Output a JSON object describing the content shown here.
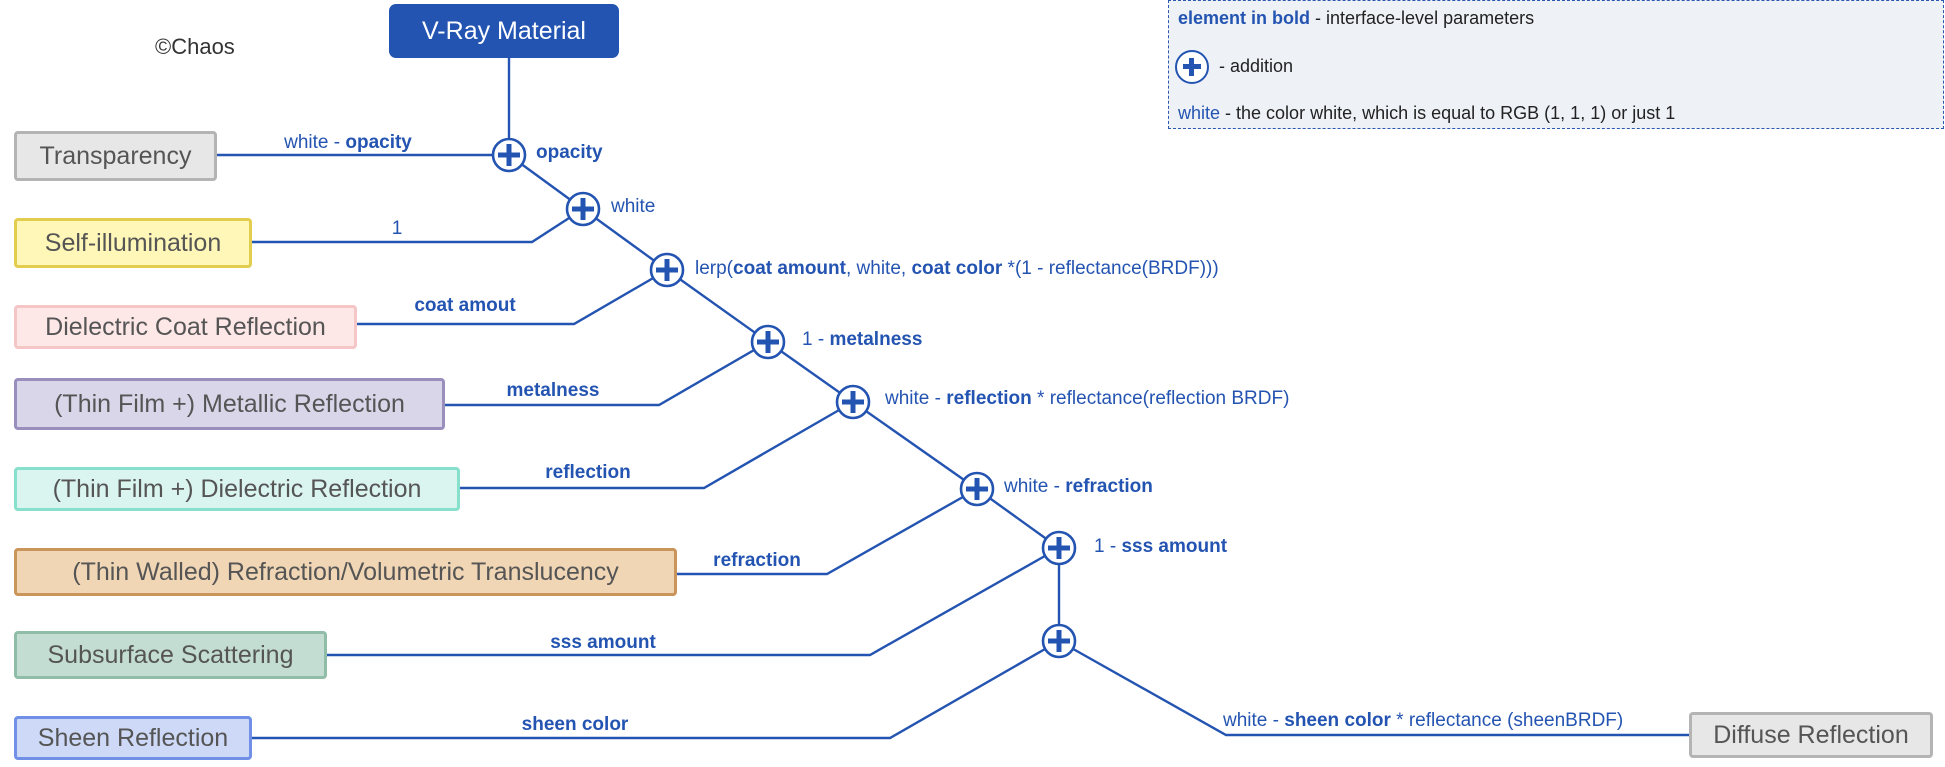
{
  "title": "V-Ray Material",
  "copyright": "©Chaos",
  "legend": {
    "bold_term": "element in bold",
    "bold_desc": " - interface-level parameters",
    "addition_desc": "- addition",
    "white_term": "white",
    "white_desc": " - the color white, which is equal to RGB (1, 1, 1) or just 1"
  },
  "colors": {
    "line": "#2454b1",
    "title_bg": "#2454b1"
  },
  "layers": [
    {
      "id": "transparency",
      "label": "Transparency",
      "bg": "#e7e7e7",
      "border": "#b4b4b4"
    },
    {
      "id": "self-illumination",
      "label": "Self-illumination",
      "bg": "#fff7b8",
      "border": "#e2cd4e"
    },
    {
      "id": "dielectric-coat",
      "label": "Dielectric Coat Reflection",
      "bg": "#fde7e7",
      "border": "#f4c6c6"
    },
    {
      "id": "metallic",
      "label": "(Thin Film +) Metallic Reflection",
      "bg": "#d9d6e9",
      "border": "#9a8ebd"
    },
    {
      "id": "dielectric",
      "label": "(Thin Film +) Dielectric Reflection",
      "bg": "#daf4f0",
      "border": "#86e0cc"
    },
    {
      "id": "refraction",
      "label": "(Thin Walled) Refraction/Volumetric Translucency",
      "bg": "#f1d6b5",
      "border": "#c9955b"
    },
    {
      "id": "sss",
      "label": "Subsurface Scattering",
      "bg": "#c4ddd3",
      "border": "#8fbda8"
    },
    {
      "id": "sheen",
      "label": "Sheen Reflection",
      "bg": "#cdd9f6",
      "border": "#6f90e6"
    },
    {
      "id": "diffuse",
      "label": "Diffuse Reflection",
      "bg": "#e7e7e7",
      "border": "#b4b4b4"
    }
  ],
  "edge_labels": [
    {
      "id": "transparency",
      "parts": [
        {
          "t": "white - ",
          "b": false
        },
        {
          "t": "opacity",
          "b": true
        }
      ]
    },
    {
      "id": "self-illum",
      "parts": [
        {
          "t": "1",
          "b": false
        }
      ]
    },
    {
      "id": "coat",
      "parts": [
        {
          "t": "coat amout",
          "b": true
        }
      ]
    },
    {
      "id": "metalness",
      "parts": [
        {
          "t": "metalness",
          "b": true
        }
      ]
    },
    {
      "id": "reflection",
      "parts": [
        {
          "t": "reflection",
          "b": true
        }
      ]
    },
    {
      "id": "refraction",
      "parts": [
        {
          "t": "refraction",
          "b": true
        }
      ]
    },
    {
      "id": "sss",
      "parts": [
        {
          "t": "sss amount",
          "b": true
        }
      ]
    },
    {
      "id": "sheen",
      "parts": [
        {
          "t": "sheen color",
          "b": true
        }
      ]
    },
    {
      "id": "diffuse",
      "parts": [
        {
          "t": "white - ",
          "b": false
        },
        {
          "t": "sheen color",
          "b": true
        },
        {
          "t": " * reflectance (sheenBRDF)",
          "b": false
        }
      ]
    }
  ],
  "node_labels": [
    {
      "id": "n1",
      "parts": [
        {
          "t": "opacity",
          "b": true
        }
      ]
    },
    {
      "id": "n2",
      "parts": [
        {
          "t": "white",
          "b": false
        }
      ]
    },
    {
      "id": "n3",
      "parts": [
        {
          "t": "lerp(",
          "b": false
        },
        {
          "t": "coat amount",
          "b": true
        },
        {
          "t": ", white, ",
          "b": false
        },
        {
          "t": "coat color",
          "b": true
        },
        {
          "t": " *(1 - reflectance(BRDF)))",
          "b": false
        }
      ]
    },
    {
      "id": "n4",
      "parts": [
        {
          "t": "1 - ",
          "b": false
        },
        {
          "t": "metalness",
          "b": true
        }
      ]
    },
    {
      "id": "n5",
      "parts": [
        {
          "t": "white - ",
          "b": false
        },
        {
          "t": "reflection",
          "b": true
        },
        {
          "t": " * reflectance(reflection  BRDF)",
          "b": false
        }
      ]
    },
    {
      "id": "n6",
      "parts": [
        {
          "t": "white - ",
          "b": false
        },
        {
          "t": "refraction",
          "b": true
        }
      ]
    },
    {
      "id": "n7",
      "parts": [
        {
          "t": "1 - ",
          "b": false
        },
        {
          "t": "sss amount",
          "b": true
        }
      ]
    }
  ]
}
